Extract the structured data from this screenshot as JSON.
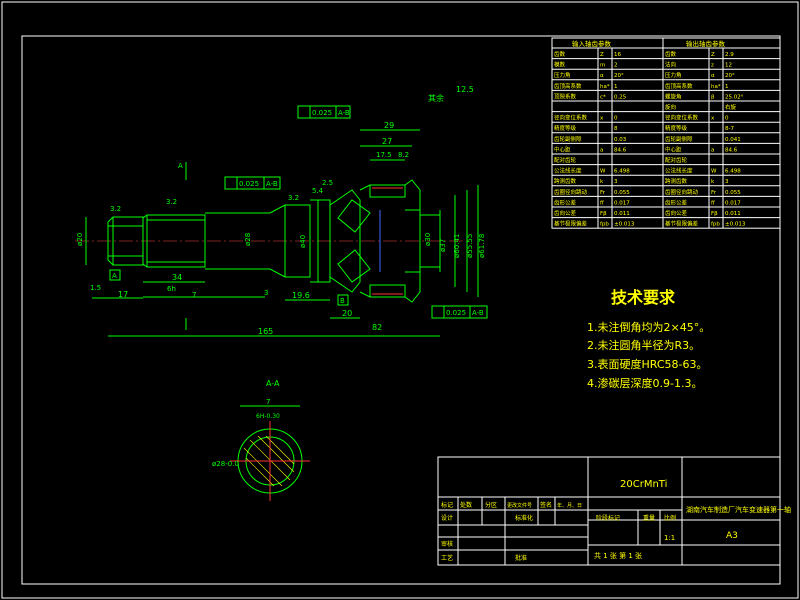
{
  "tech_req": {
    "title": "技术要求",
    "items": [
      "1.未注倒角均为2×45°。",
      "2.未注圆角半径为R3。",
      "3.表面硬度HRC58-63。",
      "4.渗碳层深度0.9-1.3。"
    ]
  },
  "title_block": {
    "material": "20CrMnTi",
    "part_name": "湖南汽车制造厂汽车变速器第一轴",
    "scale": "1:1",
    "sheet_size": "A3",
    "sheet_info": "共 1 张  第 1 张",
    "cells": {
      "mark": "标记",
      "count": "处数",
      "zone": "分区",
      "change_doc": "更改文件号",
      "sign": "签名",
      "date": "年、月、日",
      "designer": "设计",
      "standardize": "标准化",
      "stage_mark": "阶段标记",
      "weight": "重量",
      "scale_label": "比例",
      "review": "审核",
      "process": "工艺",
      "approve": "批准"
    }
  },
  "dims": {
    "d165": "165",
    "d17": "17",
    "d34": "34",
    "d1_5": "1.5",
    "d19_6": "19.6",
    "d20": "20",
    "d29": "29",
    "d27": "27",
    "d17_5": "17.5",
    "d8_2": "8.2",
    "d5_4": "5.4",
    "d2_5": "2.5",
    "d3_2": "3.2",
    "d7": "7",
    "d3": "3",
    "r82": "82",
    "surface_1": "3.2",
    "surface_2": "3.2",
    "surface_3": "12.5",
    "others": "其余",
    "tol_1": "0.025",
    "tol_1_ref": "A-B",
    "tol_2": "0.025",
    "tol_2_ref": "A-B",
    "tol_3": "0.025",
    "tol_3_ref": "A-B",
    "datum_a": "A",
    "datum_b": "B",
    "section_label": "A-A",
    "spline_ref": "6H-0.30",
    "phi28_0": "ø28-0.0",
    "phi20": "ø20",
    "phi28": "ø28",
    "phi40": "ø40",
    "phi30": "ø30",
    "phi37": "ø37",
    "phi60": "ø60.41",
    "phi55": "ø55.55",
    "phi61": "ø61.78",
    "thread": "6h"
  },
  "gear_table": {
    "left_title": "输入轴齿参数",
    "right_title": "输出轴齿参数",
    "rows": [
      [
        "齿数",
        "Z",
        "16",
        "齿数",
        "Z",
        "2.9"
      ],
      [
        "模数",
        "m",
        "2",
        "法向",
        "z",
        "12"
      ],
      [
        "压力角",
        "α",
        "20°",
        "压力角",
        "α",
        "20°"
      ],
      [
        "齿顶高系数",
        "ha*",
        "1",
        "齿顶高系数",
        "ha*",
        "1"
      ],
      [
        "顶隙系数",
        "c*",
        "0.25",
        "螺旋角",
        "β",
        "25.02°"
      ],
      [
        "",
        "",
        "",
        "旋向",
        "",
        "右旋"
      ],
      [
        "径向变位系数",
        "x",
        "0",
        "径向变位系数",
        "x",
        "0"
      ],
      [
        "精度等级",
        "",
        "8",
        "精度等级",
        "",
        "8-7"
      ],
      [
        "齿轮副侧隙",
        "",
        "0.03",
        "齿轮副侧隙",
        "",
        "0.041"
      ],
      [
        "中心距",
        "a",
        "84.6",
        "中心距",
        "a",
        "84.6"
      ],
      [
        "配对齿轮",
        "",
        "",
        "配对齿轮",
        "",
        ""
      ],
      [
        "公法线长度",
        "W",
        "6.498",
        "公法线长度",
        "W",
        "6.498"
      ],
      [
        "跨测齿数",
        "k",
        "3",
        "跨测齿数",
        "k",
        "3"
      ],
      [
        "齿圈径向跳动",
        "Fr",
        "0.055",
        "齿圈径向跳动",
        "Fr",
        "0.055"
      ],
      [
        "齿形公差",
        "ff",
        "0.017",
        "齿形公差",
        "ff",
        "0.017"
      ],
      [
        "齿向公差",
        "Fβ",
        "0.011",
        "齿向公差",
        "Fβ",
        "0.011"
      ],
      [
        "基节极限偏差",
        "fpb",
        "±0.013",
        "基节极限偏差",
        "fpb",
        "±0.013"
      ]
    ]
  }
}
